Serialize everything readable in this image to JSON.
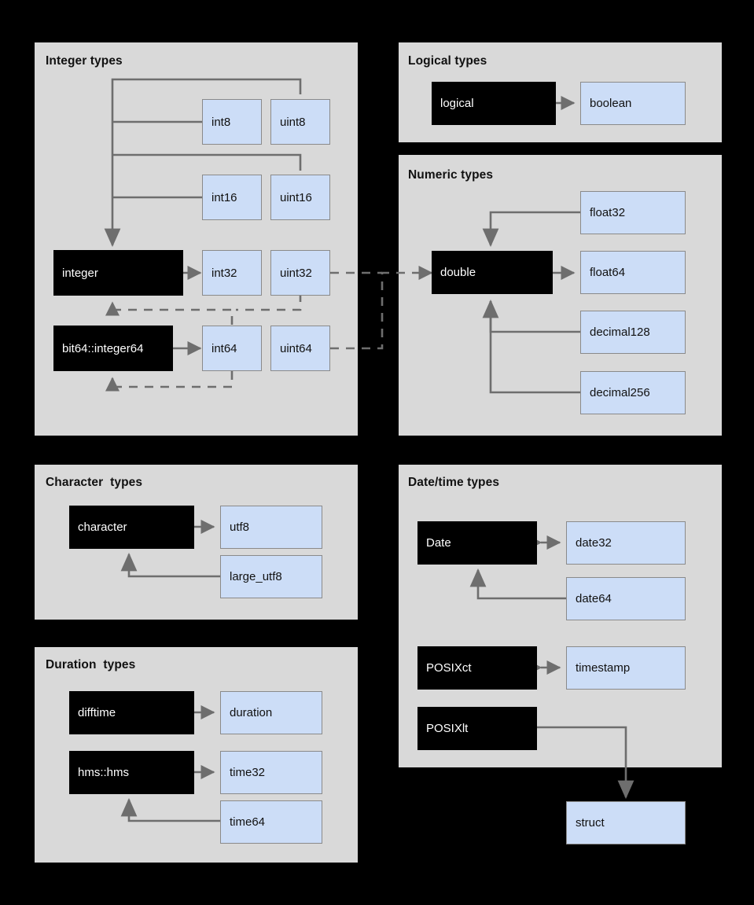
{
  "meta": {
    "colors": {
      "panel_bg": "#d9d9d9",
      "r_type_bg": "#000000",
      "r_type_fg": "#ffffff",
      "arrow_type_bg": "#ccddf7",
      "arrow_type_fg": "#111111",
      "arrow_type_border": "#8a8a8a",
      "connector": "#6e6e6e",
      "page_bg": "#000000"
    }
  },
  "panels": [
    {
      "id": "integer",
      "title": "Integer types"
    },
    {
      "id": "logical",
      "title": "Logical types"
    },
    {
      "id": "numeric",
      "title": "Numeric types"
    },
    {
      "id": "character",
      "title": "Character  types"
    },
    {
      "id": "datetime",
      "title": "Date/time types"
    },
    {
      "id": "duration",
      "title": "Duration  types"
    }
  ],
  "nodes": {
    "integer_panel": {
      "int8": "int8",
      "uint8": "uint8",
      "int16": "int16",
      "uint16": "uint16",
      "integer": "integer",
      "int32": "int32",
      "uint32": "uint32",
      "integer64": "bit64::integer64",
      "int64": "int64",
      "uint64": "uint64"
    },
    "logical_panel": {
      "logical": "logical",
      "boolean": "boolean"
    },
    "numeric_panel": {
      "float32": "float32",
      "double": "double",
      "float64": "float64",
      "decimal128": "decimal128",
      "decimal256": "decimal256"
    },
    "character_panel": {
      "character": "character",
      "utf8": "utf8",
      "large_utf8": "large_utf8"
    },
    "duration_panel": {
      "difftime": "difftime",
      "duration": "duration",
      "hmshms": "hms::hms",
      "time32": "time32",
      "time64": "time64"
    },
    "datetime_panel": {
      "Date": "Date",
      "date32": "date32",
      "date64": "date64",
      "POSIXct": "POSIXct",
      "timestamp": "timestamp",
      "POSIXlt": "POSIXlt",
      "struct": "struct"
    }
  }
}
